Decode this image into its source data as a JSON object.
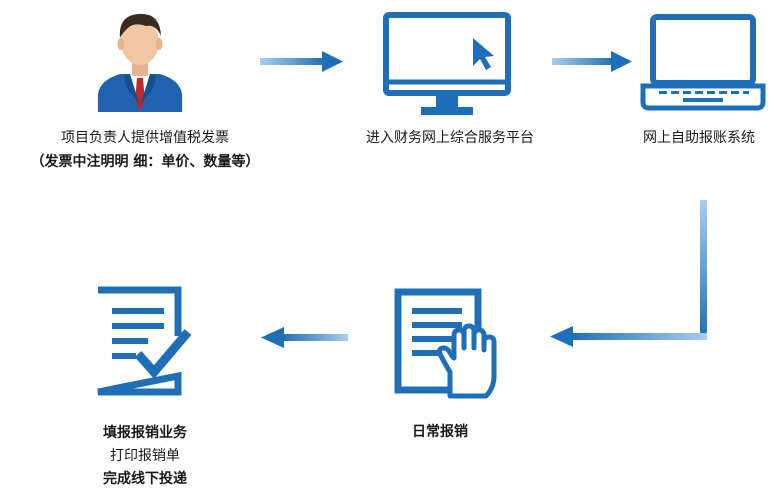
{
  "colors": {
    "primary": "#1e6fb8",
    "light": "#7eb3e0",
    "person_suit": "#1f63b0",
    "person_skin": "#f2c7a5",
    "person_hair": "#3b2a22",
    "tie": "#c0282d"
  },
  "nodes": [
    {
      "id": "person",
      "icon": "person-icon",
      "lines": [
        "项目负责人提供增值税发票",
        "（发票中注明明 细：单价、数量等）"
      ]
    },
    {
      "id": "monitor",
      "icon": "monitor-icon",
      "lines": [
        "进入财务网上综合服务平台"
      ]
    },
    {
      "id": "laptop",
      "icon": "laptop-icon",
      "lines": [
        "网上自助报账系统"
      ]
    },
    {
      "id": "handdoc",
      "icon": "document-hand-icon",
      "lines": [
        "日常报销"
      ]
    },
    {
      "id": "checkdoc",
      "icon": "document-check-icon",
      "lines": [
        "填报报销业务",
        "打印报销单",
        "完成线下投递"
      ]
    }
  ]
}
